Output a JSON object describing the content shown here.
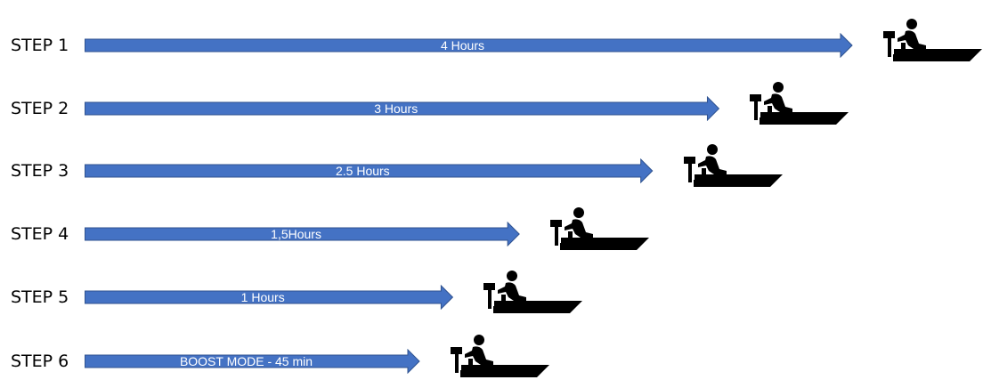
{
  "steps": [
    {
      "label": "STEP 1",
      "duration": "4 Hours",
      "hours": 4
    },
    {
      "label": "STEP 2",
      "duration": "3 Hours",
      "hours": 3
    },
    {
      "label": "STEP 3",
      "duration": "2.5 Hours",
      "hours": 2.5
    },
    {
      "label": "STEP 4",
      "duration": "1,5Hours",
      "hours": 1.5
    },
    {
      "label": "STEP 5",
      "duration": "1 Hours",
      "hours": 1
    },
    {
      "label": "STEP 6",
      "duration": "BOOST MODE - 45 min",
      "hours": 0.75
    }
  ],
  "colors": {
    "arrow_fill": "#4472C4",
    "arrow_stroke": "#2F528F",
    "arrow_text": "#FFFFFF",
    "label": "#000000",
    "icon": "#000000"
  },
  "icons": {
    "boat": "person-at-boat-console-icon"
  }
}
